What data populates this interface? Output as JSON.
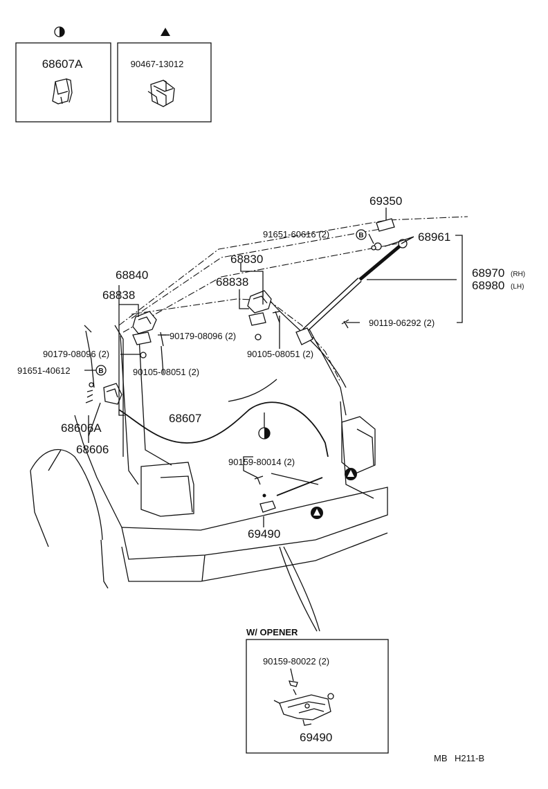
{
  "insets": {
    "half_circle": {
      "symbol": "half-filled-circle",
      "part": "68607A"
    },
    "triangle": {
      "symbol": "filled-triangle",
      "part": "90467-13012"
    }
  },
  "labels": {
    "p69350": "69350",
    "p91651_60616": "91651-60616 (2)",
    "b_marker": "B",
    "p68961": "68961",
    "p68830": "68830",
    "p68840": "68840",
    "p68838_left": "68838",
    "p68838_right": "68838",
    "p68970": "68970",
    "p68970_side": "(RH)",
    "p68980": "68980",
    "p68980_side": "(LH)",
    "p90119_06292": "90119-06292 (2)",
    "p90179_08096_a": "90179-08096 (2)",
    "p90179_08096_b": "90179-08096 (2)",
    "p90105_08051_a": "90105-08051 (2)",
    "p90105_08051_b": "90105-08051 (2)",
    "p91651_40612": "91651-40612",
    "p68606A": "68606A",
    "p68606": "68606",
    "p68607": "68607",
    "p90159_80014": "90159-80014 (2)",
    "p69490": "69490"
  },
  "opener": {
    "title": "W/ OPENER",
    "p90159_80022": "90159-80022 (2)",
    "p69490": "69490"
  },
  "footer": {
    "code_left": "MB",
    "code_right": "H211-B"
  }
}
